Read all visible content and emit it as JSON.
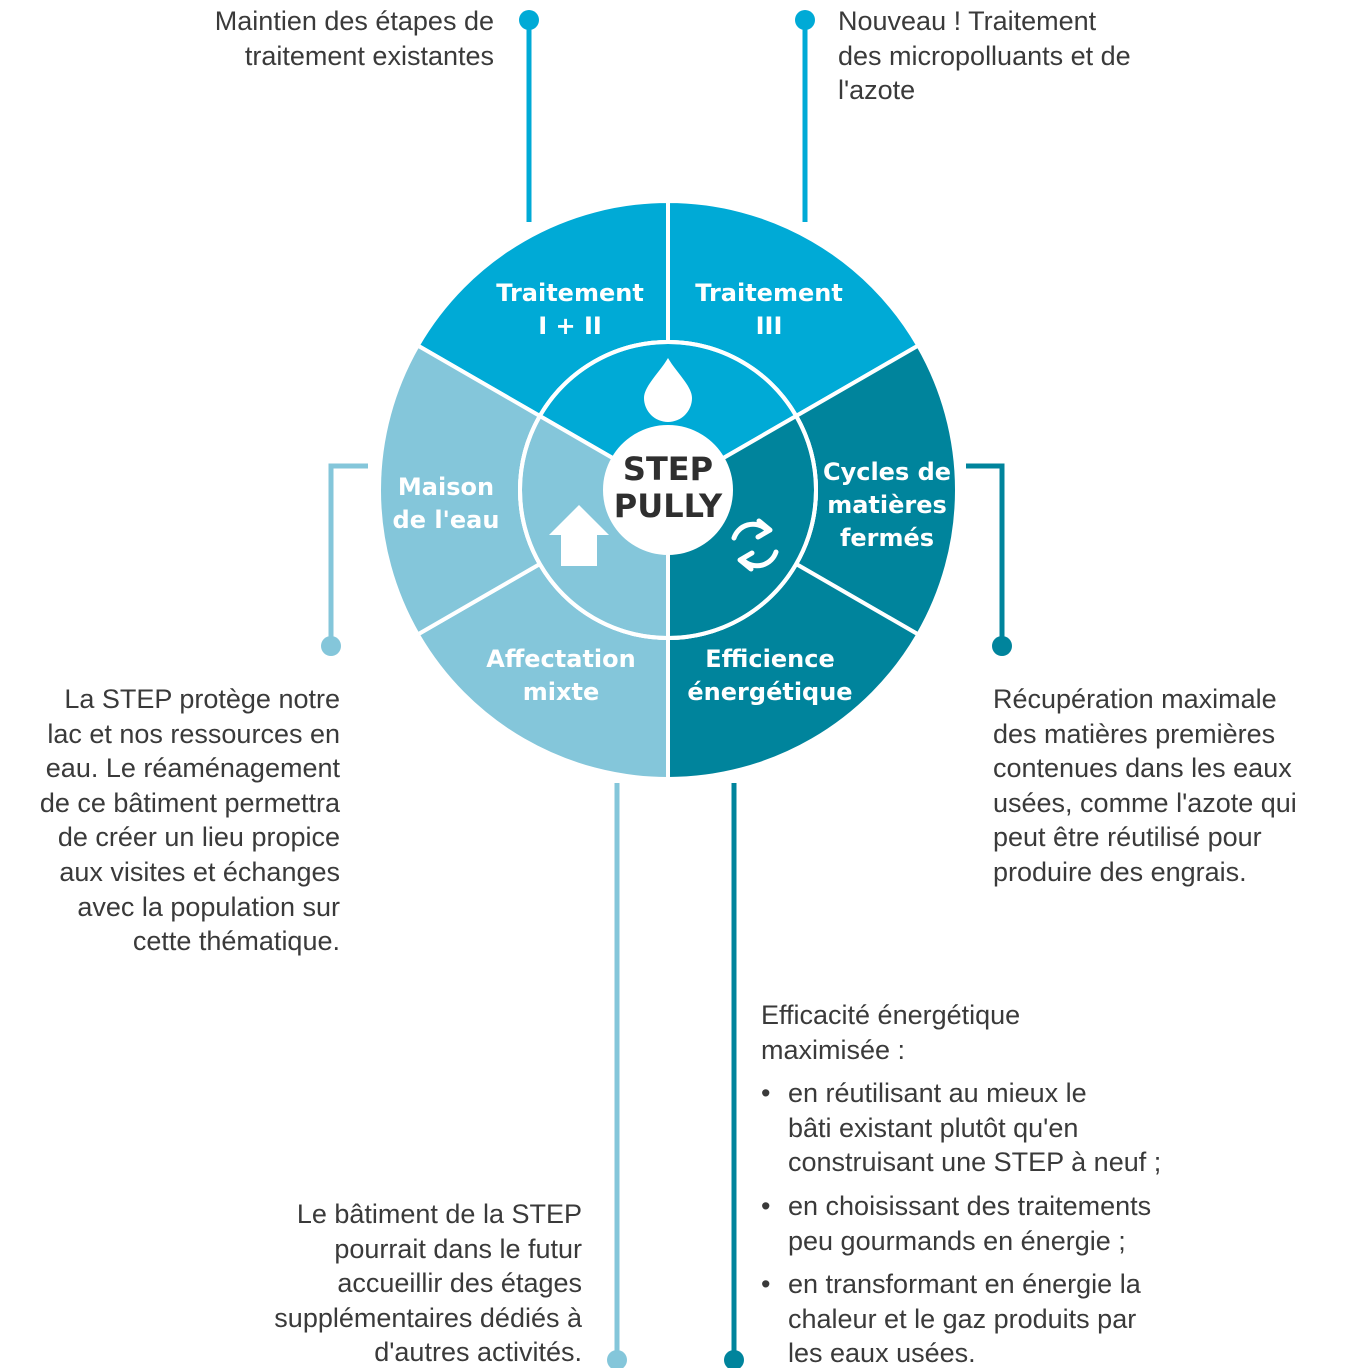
{
  "colors": {
    "bright": "#00aad6",
    "light": "#84c6da",
    "dark": "#00849c",
    "text": "#3a3a3a",
    "hub_text": "#2f2f2f"
  },
  "center": {
    "line1": "STEP",
    "line2": "PULLY"
  },
  "segments": [
    {
      "id": "traitement-i-ii",
      "lines": [
        "Traitement",
        "I + II"
      ],
      "color": "bright"
    },
    {
      "id": "traitement-iii",
      "lines": [
        "Traitement",
        "III"
      ],
      "color": "bright"
    },
    {
      "id": "cycles",
      "lines": [
        "Cycles de",
        "matières",
        "fermés"
      ],
      "color": "dark"
    },
    {
      "id": "efficience",
      "lines": [
        "Efficience",
        "énergétique"
      ],
      "color": "dark"
    },
    {
      "id": "affectation",
      "lines": [
        "Affectation",
        "mixte"
      ],
      "color": "light"
    },
    {
      "id": "maison",
      "lines": [
        "Maison",
        "de l'eau"
      ],
      "color": "light"
    }
  ],
  "inner_icons": [
    {
      "name": "water-drop-icon",
      "color": "bright"
    },
    {
      "name": "recycle-arrows-icon",
      "color": "dark"
    },
    {
      "name": "house-icon",
      "color": "light"
    }
  ],
  "annotations": {
    "top_left": {
      "lines": [
        "Maintien des étapes de",
        "traitement existantes"
      ]
    },
    "top_right": {
      "lines": [
        "Nouveau ! Traitement",
        "des micropolluants et de",
        "l'azote"
      ]
    },
    "left": {
      "lines": [
        "La STEP protège notre",
        "lac et nos ressources en",
        "eau. Le réaménagement",
        "de ce bâtiment permettra",
        "de créer un lieu propice",
        "aux visites et échanges",
        "avec la population sur",
        "cette thématique."
      ]
    },
    "right": {
      "lines": [
        "Récupération maximale",
        "des matières premières",
        "contenues dans les eaux",
        "usées, comme l'azote qui",
        "peut être réutilisé pour",
        "produire des engrais."
      ]
    },
    "bottom_left": {
      "lines": [
        "Le bâtiment de la STEP",
        "pourrait dans le futur",
        "accueillir des étages",
        "supplémentaires dédiés à",
        "d'autres activités."
      ]
    },
    "bottom_right": {
      "intro_lines": [
        "Efficacité énergétique",
        "maximisée :"
      ],
      "bullets": [
        [
          "en réutilisant au mieux le",
          "bâti existant plutôt qu'en",
          "construisant une STEP à neuf ;"
        ],
        [
          "en choisissant des traitements",
          "peu gourmands en énergie ;"
        ],
        [
          "en transformant en énergie la",
          "chaleur et le gaz produits par",
          "les eaux usées."
        ]
      ]
    }
  }
}
